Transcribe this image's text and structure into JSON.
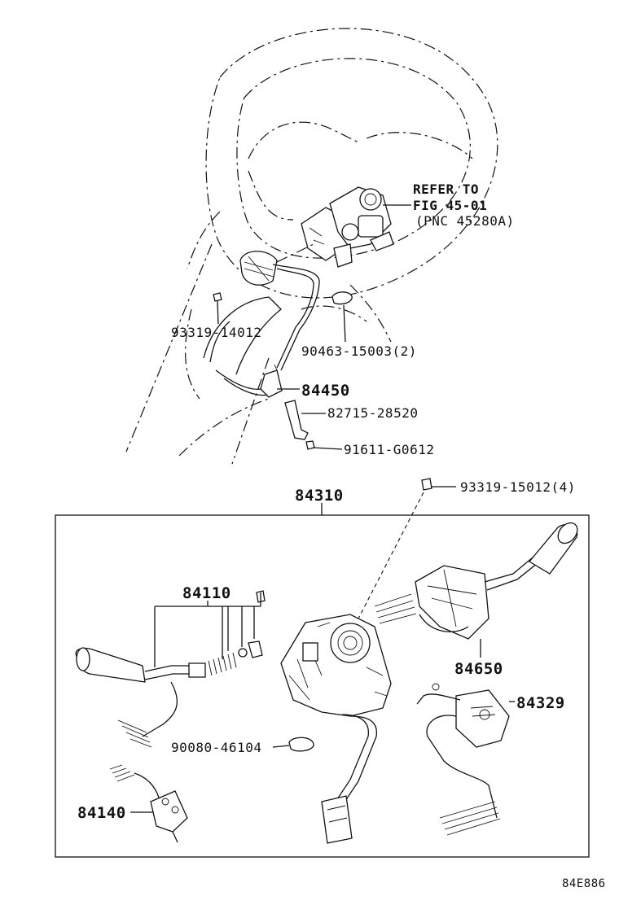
{
  "diagram": {
    "refer_note": {
      "line1": "REFER TO",
      "line2": "FIG 45-01",
      "line3": "(PNC 45280A)"
    },
    "callouts": {
      "p93319_14012": "93319-14012",
      "p90463_15003": "90463-15003(2)",
      "p84450": "84450",
      "p82715_28520": "82715-28520",
      "p91611_G0612": "91611-G0612",
      "p84310": "84310",
      "p93319_15012": "93319-15012(4)",
      "p84110": "84110",
      "p84650": "84650",
      "p84329": "84329",
      "p90080_46104": "90080-46104",
      "p84140": "84140"
    },
    "figure_code": "84E886"
  }
}
